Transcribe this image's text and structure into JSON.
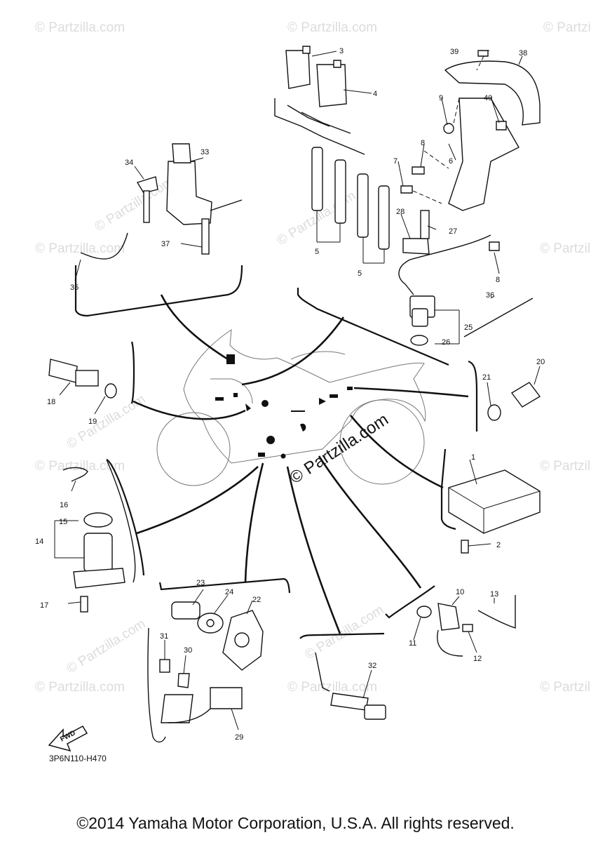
{
  "diagram": {
    "part_labels": [
      "1",
      "2",
      "3",
      "4",
      "5",
      "5",
      "6",
      "7",
      "8",
      "8",
      "9",
      "10",
      "11",
      "12",
      "13",
      "14",
      "15",
      "16",
      "17",
      "18",
      "19",
      "20",
      "21",
      "22",
      "23",
      "24",
      "25",
      "26",
      "27",
      "28",
      "29",
      "30",
      "31",
      "32",
      "33",
      "34",
      "35",
      "36",
      "37",
      "38",
      "39",
      "40"
    ],
    "drawing_code": "3P6N110-H470",
    "watermark": "© Partzilla.com",
    "fwd_label": "FWD",
    "copyright": "©2014 Yamaha Motor Corporation, U.S.A. All rights reserved."
  },
  "colors": {
    "line": "#111111",
    "watermark": "#dcdcdc",
    "background": "#ffffff"
  },
  "icons": [
    "fwd-arrow-icon"
  ]
}
